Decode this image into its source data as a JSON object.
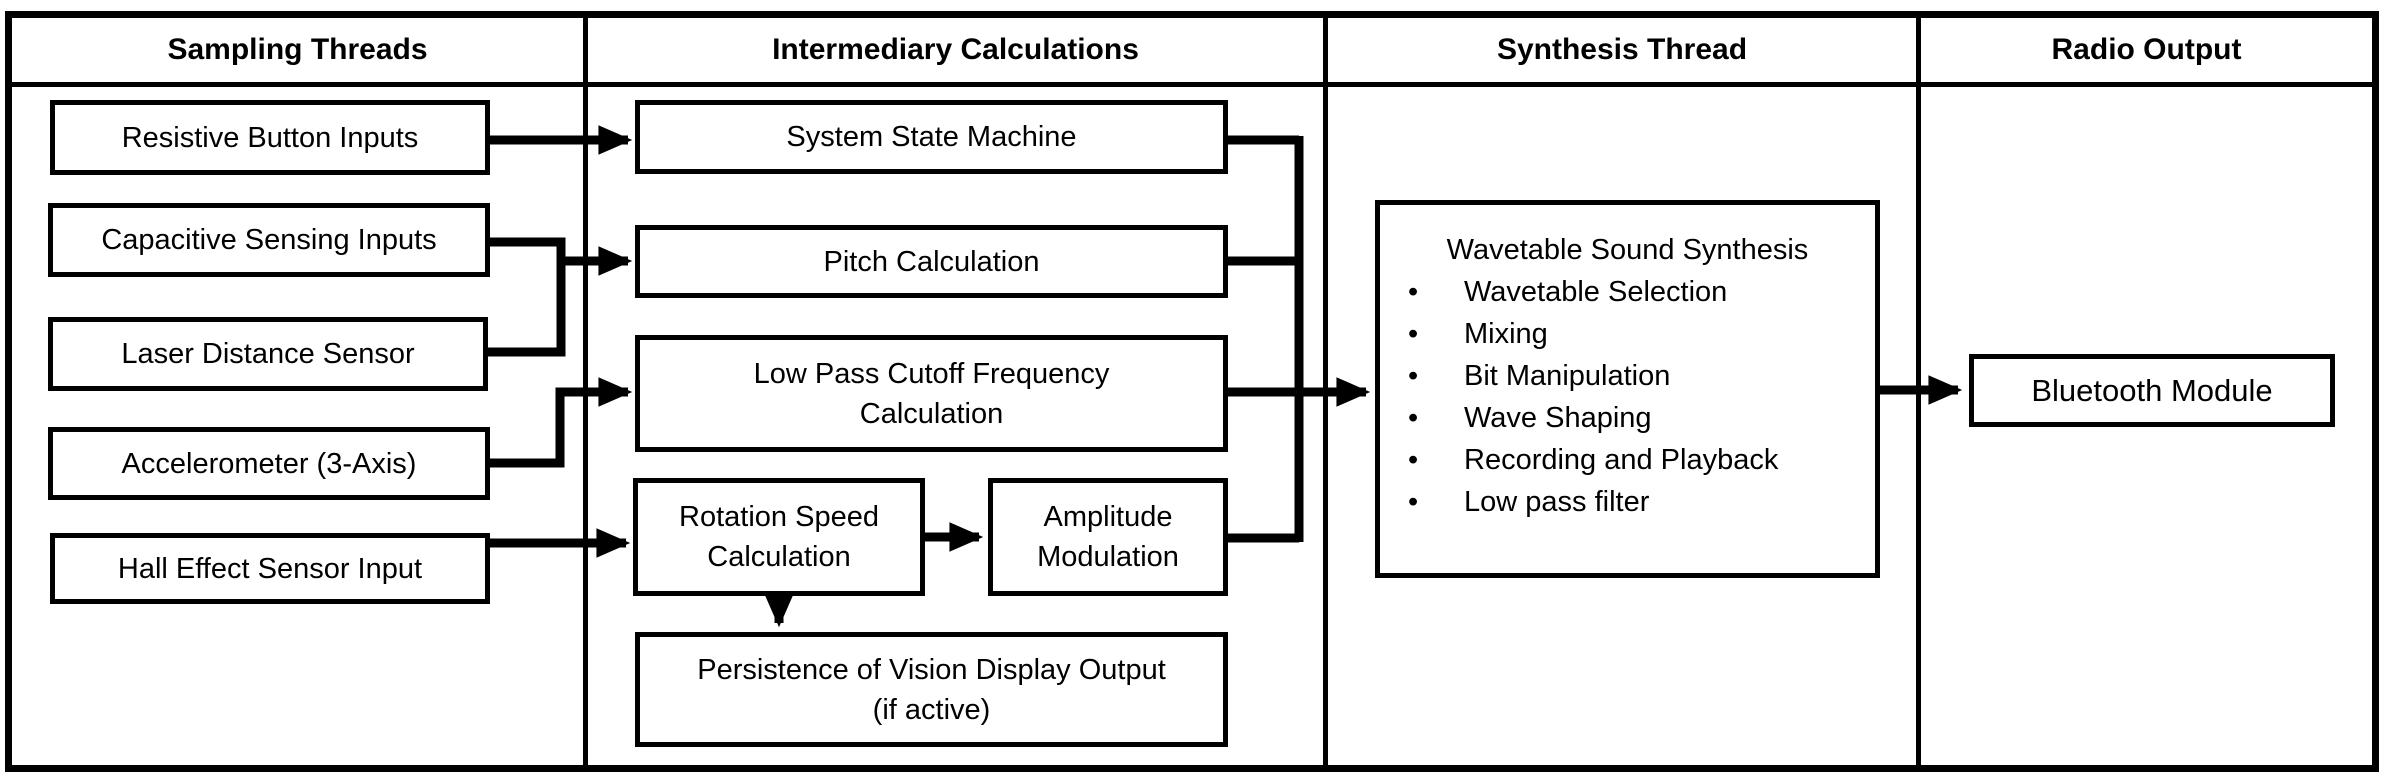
{
  "colors": {
    "line": "#000000",
    "background": "#ffffff",
    "text": "#000000"
  },
  "columns": [
    {
      "label": "Sampling Threads"
    },
    {
      "label": "Intermediary Calculations"
    },
    {
      "label": "Synthesis Thread"
    },
    {
      "label": "Radio Output"
    }
  ],
  "sampling_threads": {
    "boxes": [
      {
        "label": "Resistive Button Inputs"
      },
      {
        "label": "Capacitive Sensing Inputs"
      },
      {
        "label": "Laser Distance Sensor"
      },
      {
        "label": "Accelerometer (3-Axis)"
      },
      {
        "label": "Hall Effect Sensor Input"
      }
    ]
  },
  "intermediary_calculations": {
    "system_state_machine": "System State Machine",
    "pitch_calculation": "Pitch Calculation",
    "low_pass_line1": "Low Pass Cutoff Frequency",
    "low_pass_line2": "Calculation",
    "rotation_line1": "Rotation Speed",
    "rotation_line2": "Calculation",
    "amplitude_line1": "Amplitude",
    "amplitude_line2": "Modulation",
    "persistence_line1": "Persistence of Vision Display Output",
    "persistence_line2": "(if active)"
  },
  "synthesis_thread": {
    "title": "Wavetable Sound Synthesis",
    "items": [
      "Wavetable Selection",
      "Mixing",
      "Bit Manipulation",
      "Wave Shaping",
      "Recording and Playback",
      "Low pass filter"
    ]
  },
  "radio_output": {
    "bluetooth_module": "Bluetooth Module"
  }
}
